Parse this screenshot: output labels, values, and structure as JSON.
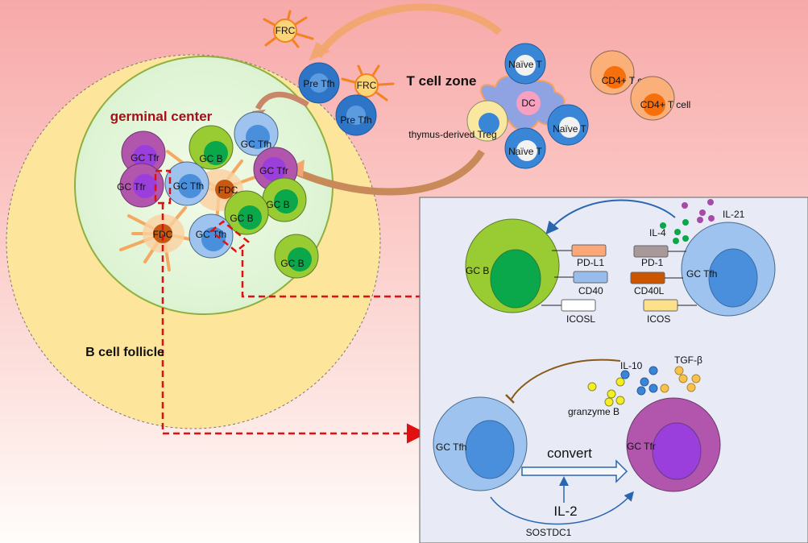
{
  "regions": {
    "t_cell_zone": "T cell zone",
    "b_cell_follicle": "B cell follicle",
    "germinal_center": "germinal center"
  },
  "cells": {
    "frc": "FRC",
    "pre_tfh": "Pre Tfh",
    "naive_t": "Naïve T",
    "dc": "DC",
    "treg": "thymus-derived Treg",
    "cd4_t": "CD4+ T cell",
    "gc_tfr": "GC Tfr",
    "gc_tfh": "GC Tfh",
    "gc_b": "GC B",
    "fdc": "FDC"
  },
  "panel_top": {
    "b_cell": "GC B",
    "t_cell": "GC Tfh",
    "b_receptors": [
      "PD-L1",
      "CD40",
      "ICOSL"
    ],
    "t_receptors": [
      "PD-1",
      "CD40L",
      "ICOS"
    ],
    "cytokines": [
      "IL-4",
      "IL-21"
    ]
  },
  "panel_bottom": {
    "left_cell": "GC Tfh",
    "right_cell": "GC Tfr",
    "convert": "convert",
    "il2": "IL-2",
    "sostdc1": "SOSTDC1",
    "il10": "IL-10",
    "tgfb": "TGF-β",
    "granzyme": "granzyme B"
  },
  "colors": {
    "frc": "#f58220",
    "pre_tfh": "#2e75c8",
    "naive_t": "#3a86d6",
    "gc_b_outer": "#99cc33",
    "gc_b_inner": "#0aa84a",
    "gc_tfh_outer": "#9ec3ee",
    "gc_tfh_inner": "#4a8fdc",
    "gc_tfr_outer": "#b155ad",
    "gc_tfr_inner": "#9b3fdc",
    "dashed_red": "#e01010"
  }
}
